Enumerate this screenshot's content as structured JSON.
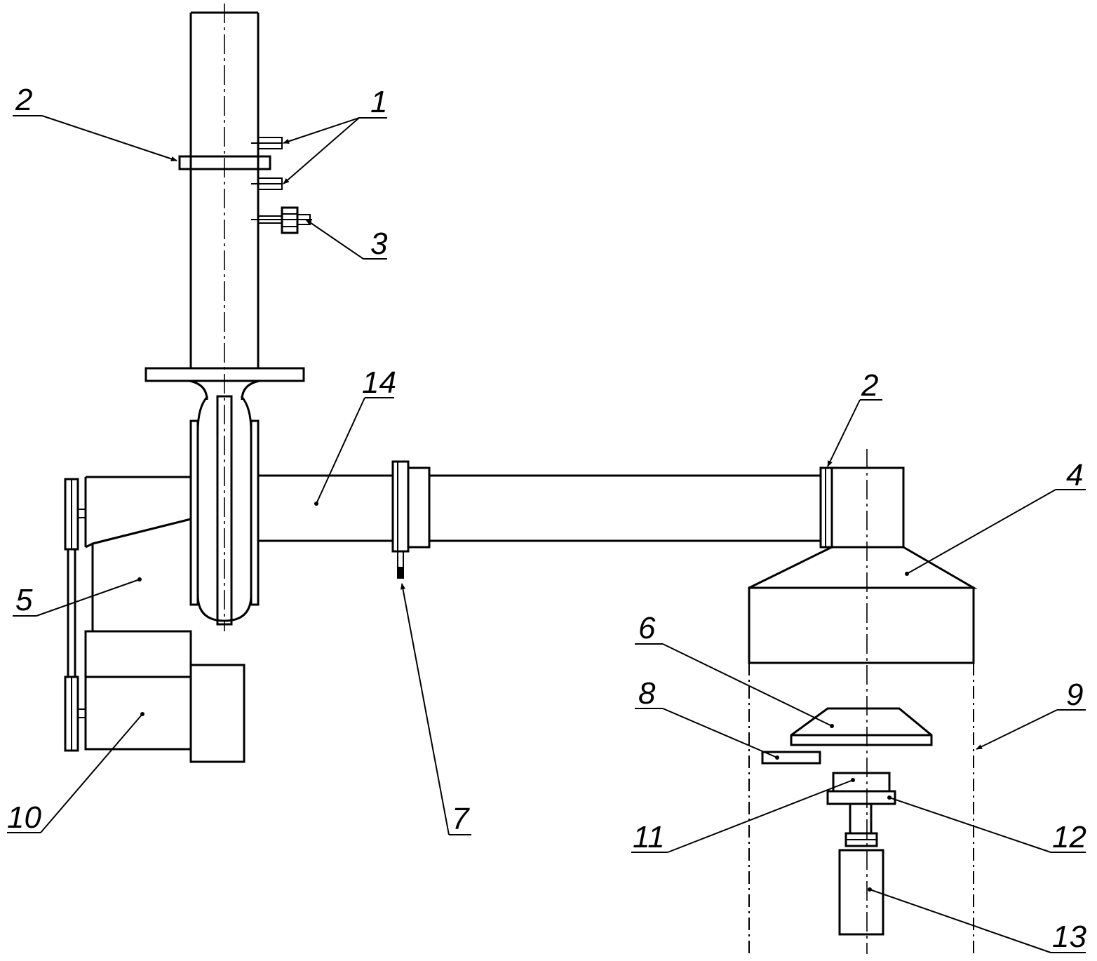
{
  "labels": {
    "l1": "1",
    "l2a": "2",
    "l2b": "2",
    "l3": "3",
    "l4": "4",
    "l5": "5",
    "l6": "6",
    "l7": "7",
    "l8": "8",
    "l9": "9",
    "l10": "10",
    "l11": "11",
    "l12": "12",
    "l13": "13",
    "l14": "14"
  }
}
